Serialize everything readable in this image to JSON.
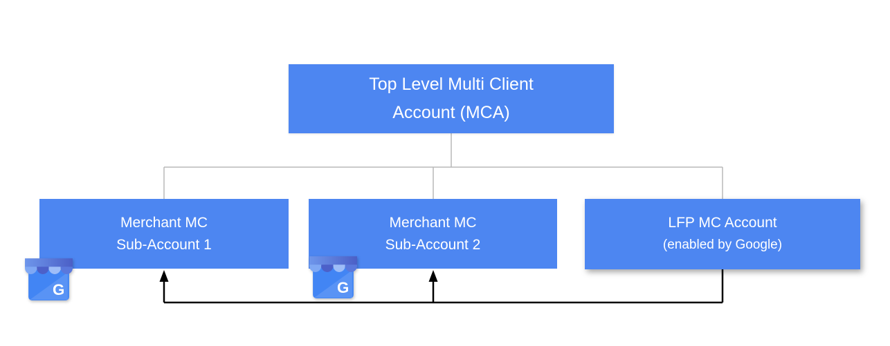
{
  "diagram": {
    "title_node": {
      "line1": "Top Level Multi Client",
      "line2": "Account (MCA)"
    },
    "nodes": [
      {
        "line1": "Merchant MC",
        "line2": "Sub-Account 1"
      },
      {
        "line1": "Merchant MC",
        "line2": "Sub-Account 2"
      },
      {
        "line1": "LFP MC Account",
        "line2": "(enabled by Google)"
      }
    ],
    "icon_letter": "G",
    "colors": {
      "node_blue": "#4d86f1",
      "tree_connector_gray": "#b8b8b8",
      "arrow_black": "#000000",
      "node_text_white": "#ffffff",
      "icon_body_blue": "#4285f4",
      "icon_awning_dark": "#4c60c9",
      "icon_awning_light": "#9ebdf8"
    }
  }
}
